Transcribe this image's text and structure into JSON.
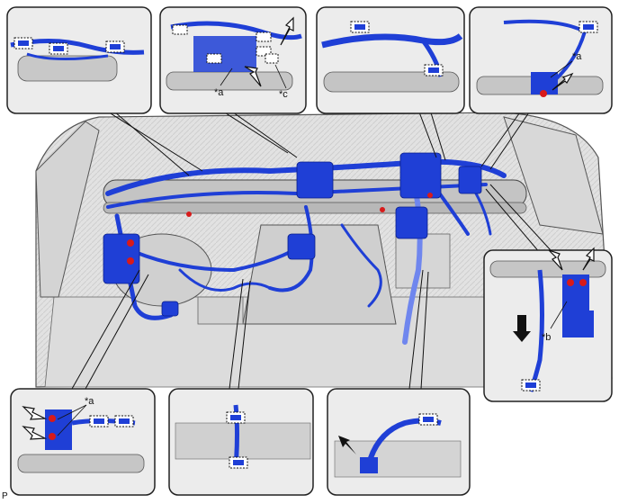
{
  "diagram": {
    "colors": {
      "harness": "#1f3fd6",
      "harness_light": "#6f86ee",
      "panel_bg": "#ececec",
      "structure": "#c9c9c9",
      "outline": "#222222",
      "clamp_red": "#d81a1a"
    },
    "labels": {
      "star_a_top": "*a",
      "star_c_top": "*c",
      "star_a_right_top": "*a",
      "star_b_right": "*b",
      "star_a_bottom_left": "*a"
    },
    "page_code": "P"
  }
}
